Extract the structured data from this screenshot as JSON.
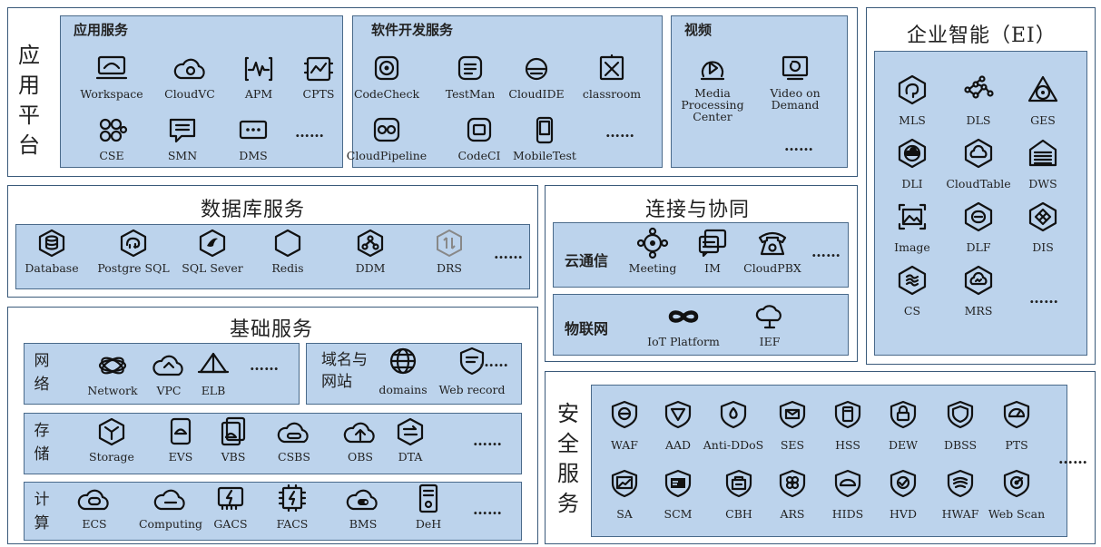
{
  "app_platform": {
    "side_label": [
      "应",
      "用",
      "平",
      "台"
    ],
    "app_services": {
      "title": "应用服务",
      "items": [
        "Workspace",
        "CloudVC",
        "APM",
        "CPTS",
        "CSE",
        "SMN",
        "DMS"
      ],
      "more": "……"
    },
    "dev_services": {
      "title": "软件开发服务",
      "items": [
        "CodeCheck",
        "TestMan",
        "CloudIDE",
        "classroom",
        "CloudPipeline",
        "CodeCI",
        "MobileTest"
      ],
      "more": "……"
    },
    "video": {
      "title": "视频",
      "items": [
        "Media\nProcessing\nCenter",
        "Video on\nDemand"
      ],
      "more": "……"
    }
  },
  "database": {
    "title": "数据库服务",
    "items": [
      "Database",
      "Postgre SQL",
      "SQL Sever",
      "Redis",
      "DDM",
      "DRS"
    ],
    "more": "……"
  },
  "basic": {
    "title": "基础服务",
    "network": {
      "label": [
        "网",
        "络"
      ],
      "items": [
        "Network",
        "VPC",
        "ELB"
      ],
      "more": "……"
    },
    "domain": {
      "label_line1": "域名与",
      "label_line2": "网站",
      "items": [
        "domains",
        "Web record"
      ],
      "more": "……"
    },
    "storage": {
      "label": [
        "存",
        "储"
      ],
      "items": [
        "Storage",
        "EVS",
        "VBS",
        "CSBS",
        "OBS",
        "DTA"
      ],
      "more": "……"
    },
    "compute": {
      "label": [
        "计",
        "算"
      ],
      "items": [
        "ECS",
        "Computing",
        "GACS",
        "FACS",
        "BMS",
        "DeH"
      ],
      "more": "……"
    }
  },
  "connect": {
    "title": "连接与协同",
    "comm": {
      "label": "云通信",
      "items": [
        "Meeting",
        "IM",
        "CloudPBX"
      ],
      "more": "……"
    },
    "iot": {
      "label": "物联网",
      "items": [
        "IoT Platform",
        "IEF"
      ]
    }
  },
  "ei": {
    "title": "企业智能（EI）",
    "items": [
      "MLS",
      "DLS",
      "GES",
      "DLI",
      "CloudTable",
      "DWS",
      "Image",
      "DLF",
      "DIS",
      "CS",
      "MRS"
    ],
    "more": "……"
  },
  "security": {
    "side_label": [
      "安",
      "全",
      "服",
      "务"
    ],
    "items": [
      "WAF",
      "AAD",
      "Anti-DDoS",
      "SES",
      "HSS",
      "DEW",
      "DBSS",
      "PTS",
      "SA",
      "SCM",
      "CBH",
      "ARS",
      "HIDS",
      "HVD",
      "HWAF",
      "Web Scan"
    ],
    "more": "……"
  },
  "colors": {
    "panel": "#bcd3ec",
    "border": "#4a6a8a",
    "icon": "#111111"
  }
}
